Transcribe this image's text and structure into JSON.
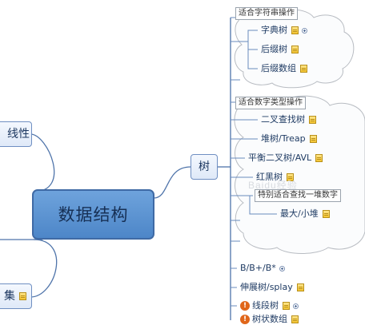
{
  "root": "数据结构",
  "branches": {
    "linear": "线性",
    "set": "集",
    "tree": "树"
  },
  "groups": {
    "string_ops": "适合字符串操作",
    "number_ops": "适合数字类型操作",
    "find_max": "特别适合查找一堆数字"
  },
  "leaves": {
    "trie": "字典树",
    "suffix_tree": "后缀树",
    "suffix_array": "后缀数组",
    "bst": "二叉查找树",
    "treap": "堆树/Treap",
    "avl": "平衡二叉树/AVL",
    "rbtree": "红黑树",
    "maxmin_heap": "最大/小堆",
    "btree": "B/B+/B*",
    "splay": "伸展树/splay",
    "segment_tree": "线段树",
    "tree_array": "树状数组"
  },
  "watermark": "Baidu经验",
  "colors": {
    "edge": "#4f74aa",
    "root_fill": "#5b93d2",
    "box_fill": "#e6eefa",
    "note": "#f4c430",
    "warning": "#e0661a"
  }
}
